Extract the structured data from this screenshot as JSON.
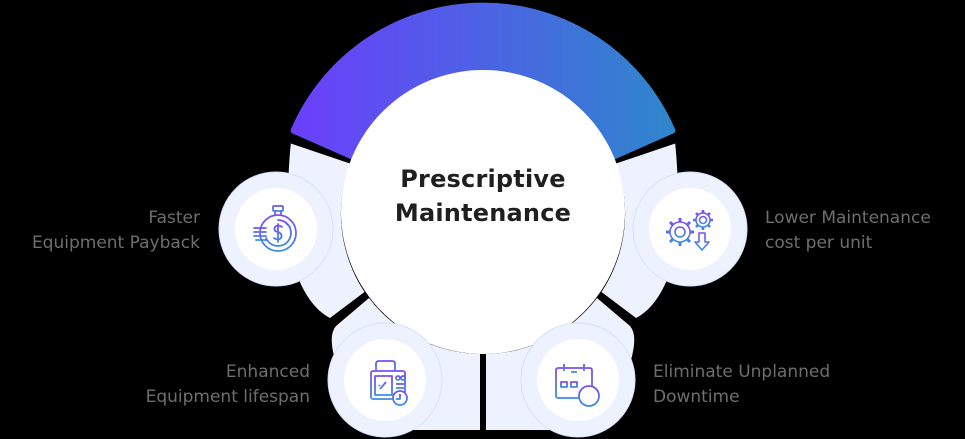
{
  "diagram": {
    "title_line1": "Prescriptive",
    "title_line2": "Maintenance",
    "colors": {
      "arc_gradient_start": "#6a3ffb",
      "arc_gradient_end": "#2f86cc",
      "segment_fill": "#edf2fe",
      "ring_stroke": "#d6e1fb",
      "center_fill": "#ffffff",
      "icon_gradient_start": "#7b4ef2",
      "icon_gradient_end": "#3b8ee0",
      "label_color": "#6e6e6e",
      "title_color": "#1f1f1f"
    },
    "benefits": [
      {
        "id": "faster-payback",
        "line1": "Faster",
        "line2": "Equipment Payback",
        "icon": "stopwatch-dollar-icon"
      },
      {
        "id": "lower-cost",
        "line1": "Lower Maintenance",
        "line2": "cost per unit",
        "icon": "gears-dollar-down-arrow-icon"
      },
      {
        "id": "enhanced-lifespan",
        "line1": "Enhanced",
        "line2": "Equipment lifespan",
        "icon": "equipment-clock-icon"
      },
      {
        "id": "eliminate-downtime",
        "line1": "Eliminate Unplanned",
        "line2": "Downtime",
        "icon": "calendar-minus-icon"
      }
    ]
  }
}
